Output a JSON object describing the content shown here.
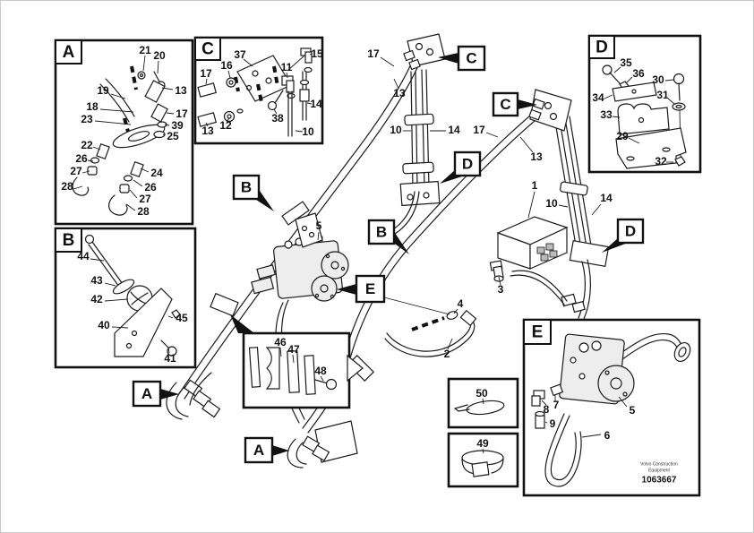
{
  "doc": {
    "brand_line1": "Volvo Construction",
    "brand_line2": "Equipment",
    "doc_number": "1063667"
  },
  "colors": {
    "ink": "#1a1a1a",
    "panel_fill": "#ededed",
    "background": "#ffffff"
  },
  "insets": {
    "a": {
      "letter": "A",
      "parts": [
        "21",
        "20",
        "19",
        "13",
        "18",
        "23",
        "17",
        "39",
        "25",
        "22",
        "26",
        "27",
        "28",
        "24",
        "26",
        "27",
        "28"
      ]
    },
    "b": {
      "letter": "B",
      "parts": [
        "44",
        "43",
        "42",
        "40",
        "45",
        "41"
      ]
    },
    "c": {
      "letter": "C",
      "parts": [
        "37",
        "15",
        "16",
        "17",
        "11",
        "14",
        "13",
        "12",
        "38",
        "10"
      ]
    },
    "d": {
      "letter": "D",
      "parts": [
        "35",
        "36",
        "30",
        "34",
        "31",
        "33",
        "29",
        "32"
      ]
    },
    "e": {
      "letter": "E",
      "parts": [
        "8",
        "7",
        "9",
        "6",
        "5"
      ]
    },
    "clamp_detail": {
      "parts": [
        "46",
        "47",
        "48"
      ]
    },
    "tie_detail": {
      "parts": [
        "50"
      ]
    },
    "band_detail": {
      "parts": [
        "49"
      ]
    }
  },
  "main": {
    "callouts": {
      "c_top": "C",
      "c_right": "C",
      "d_left": "D",
      "d_right": "D",
      "b_left": "B",
      "b_right": "B",
      "e_valve": "E",
      "a_left": "A",
      "a_lower": "A"
    },
    "labels": {
      "hose17_top": "17",
      "hose13_top": "13",
      "tube10_left": "10",
      "tube14_left": "14",
      "hose17_right": "17",
      "hose13_right": "13",
      "unit1": "1",
      "tube10_right": "10",
      "tube14_right": "14",
      "valve5": "5",
      "fitting3": "3",
      "ring4": "4",
      "hose2": "2"
    }
  }
}
